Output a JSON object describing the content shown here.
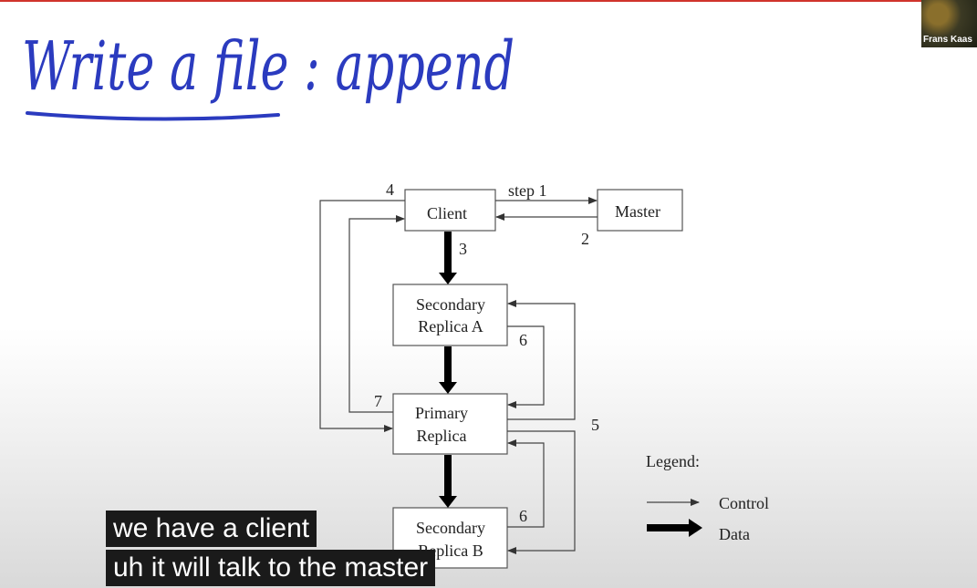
{
  "slide": {
    "title": "Write a file : append",
    "title_color": "#2b3bbf",
    "accent_color": "#d0342c"
  },
  "participant": {
    "name": "Frans Kaas"
  },
  "diagram": {
    "nodes": {
      "client": "Client",
      "master": "Master",
      "secondary_a_line1": "Secondary",
      "secondary_a_line2": "Replica A",
      "primary_line1": "Primary",
      "primary_line2": "Replica",
      "secondary_b_line1": "Secondary",
      "secondary_b_line2": "Replica B"
    },
    "step_labels": {
      "step1": "step 1",
      "s2": "2",
      "s3": "3",
      "s4": "4",
      "s5": "5",
      "s6a": "6",
      "s6b": "6",
      "s7": "7"
    },
    "legend": {
      "title": "Legend:",
      "control": "Control",
      "data": "Data"
    }
  },
  "captions": {
    "line1": "we have a client",
    "line2": "uh it will talk to the master"
  }
}
